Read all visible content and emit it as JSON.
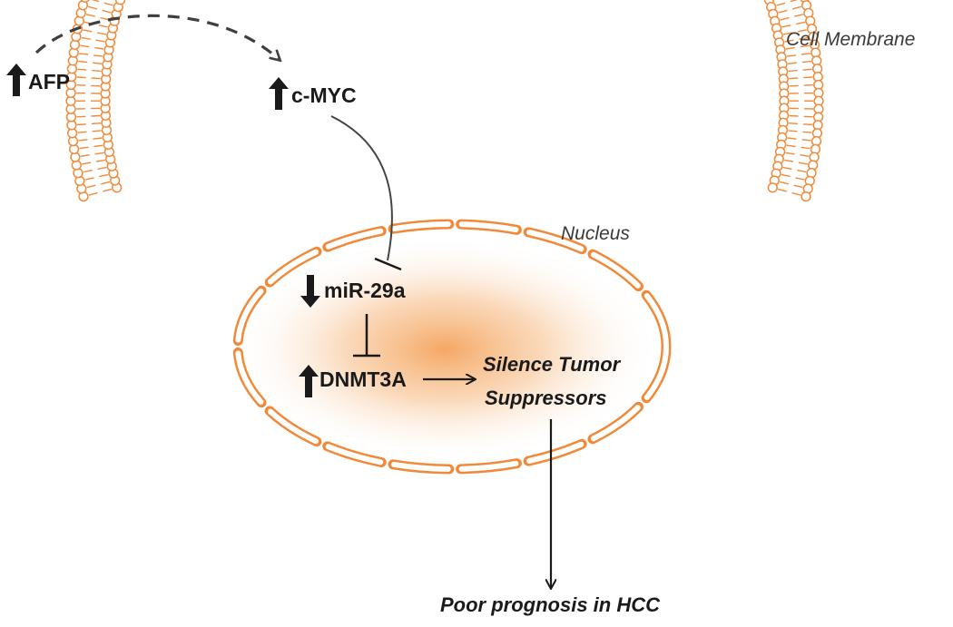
{
  "diagram": {
    "labels": {
      "cell_membrane": "Cell Membrane",
      "nucleus": "Nucleus",
      "afp": "AFP",
      "cmyc": "c-MYC",
      "mir29a": "miR-29a",
      "dnmt3a": "DNMT3A",
      "silence_line1": "Silence Tumor",
      "silence_line2": "Suppressors",
      "outcome": "Poor prognosis in HCC"
    },
    "regulation": {
      "afp": "up",
      "cmyc": "up",
      "mir29a": "down",
      "dnmt3a": "up"
    },
    "colors": {
      "membrane": "#f08a3a",
      "nucleus_glow": "#f4a35c",
      "arrow": "#1a1a1a",
      "dashed_arrow": "#3f3f3f",
      "text": "#1a1a1a"
    }
  }
}
